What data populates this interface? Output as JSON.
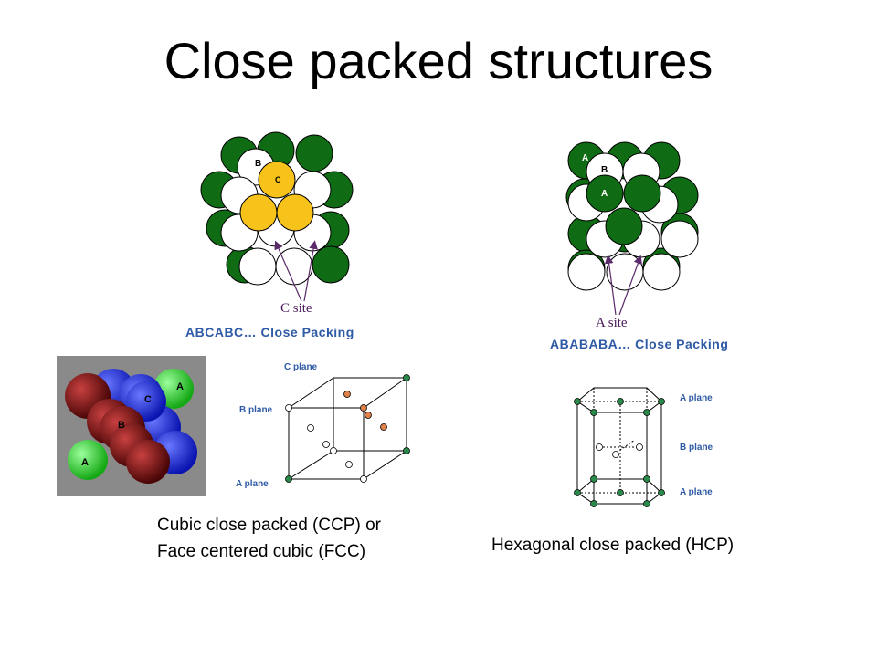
{
  "title": "Close packed structures",
  "ccp_layers": {
    "caption": "ABCABC… Close Packing",
    "site_label": "C site",
    "sphere_labels": {
      "b": "B",
      "c": "C"
    },
    "colors": {
      "a": "#0f6b14",
      "b": "#ffffff",
      "c": "#f7c21a",
      "arrow": "#5a2a6a"
    }
  },
  "hcp_layers": {
    "caption": "ABABABA… Close Packing",
    "site_label": "A site",
    "sphere_labels": {
      "a_top": "A",
      "b": "B",
      "a": "A"
    },
    "colors": {
      "a": "#0f6b14",
      "b": "#ffffff",
      "arrow": "#5a2a6a"
    }
  },
  "ccp_model": {
    "labels": {
      "a_top": "A",
      "c": "C",
      "b": "B",
      "a_bottom": "A"
    },
    "colors": {
      "green": "#22d322",
      "blue": "#1a2ad8",
      "red": "#7a0d0d",
      "background": "#8a8a8a"
    }
  },
  "fcc_cell": {
    "plane_labels": {
      "c": "C plane",
      "b": "B plane",
      "a": "A plane"
    },
    "colors": {
      "a_atom": "#2a8a4a",
      "c_atom": "#e0804a",
      "b_atom": "#ffffff"
    }
  },
  "hcp_cell": {
    "plane_labels": {
      "top": "A plane",
      "middle": "B plane",
      "bottom": "A plane"
    },
    "colors": {
      "a_atom": "#2a8a4a",
      "b_atom": "#ffffff"
    }
  },
  "captions": {
    "ccp_line1": "Cubic close packed (CCP) or",
    "ccp_line2": "Face centered cubic (FCC)",
    "hcp": "Hexagonal close packed (HCP)"
  }
}
